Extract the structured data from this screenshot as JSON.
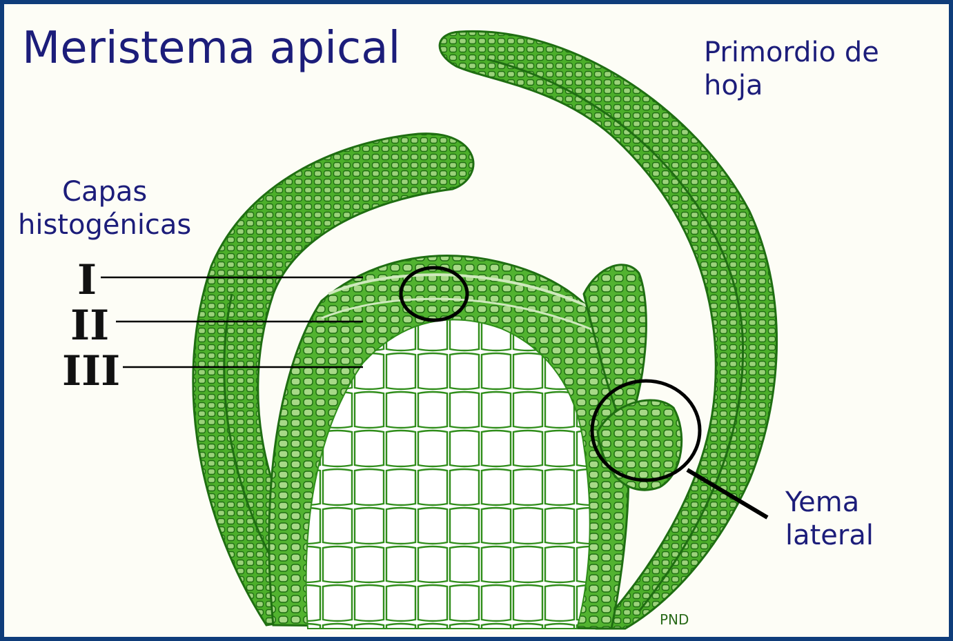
{
  "title": "Meristema apical",
  "labels": {
    "leaf_primordium": [
      "Primordio de",
      "hoja"
    ],
    "histogenic_layers": [
      "Capas",
      "histogénicas"
    ],
    "lateral_bud": [
      "Yema",
      "lateral"
    ]
  },
  "layers": [
    "I",
    "II",
    "III"
  ],
  "signature": "PND",
  "colors": {
    "frame": "#0f3d7a",
    "background": "#fdfdf6",
    "tissue": "#3ba51e",
    "cell_line": "#1f6e12",
    "label_text": "#1c1d7a",
    "leader": "#000000"
  }
}
